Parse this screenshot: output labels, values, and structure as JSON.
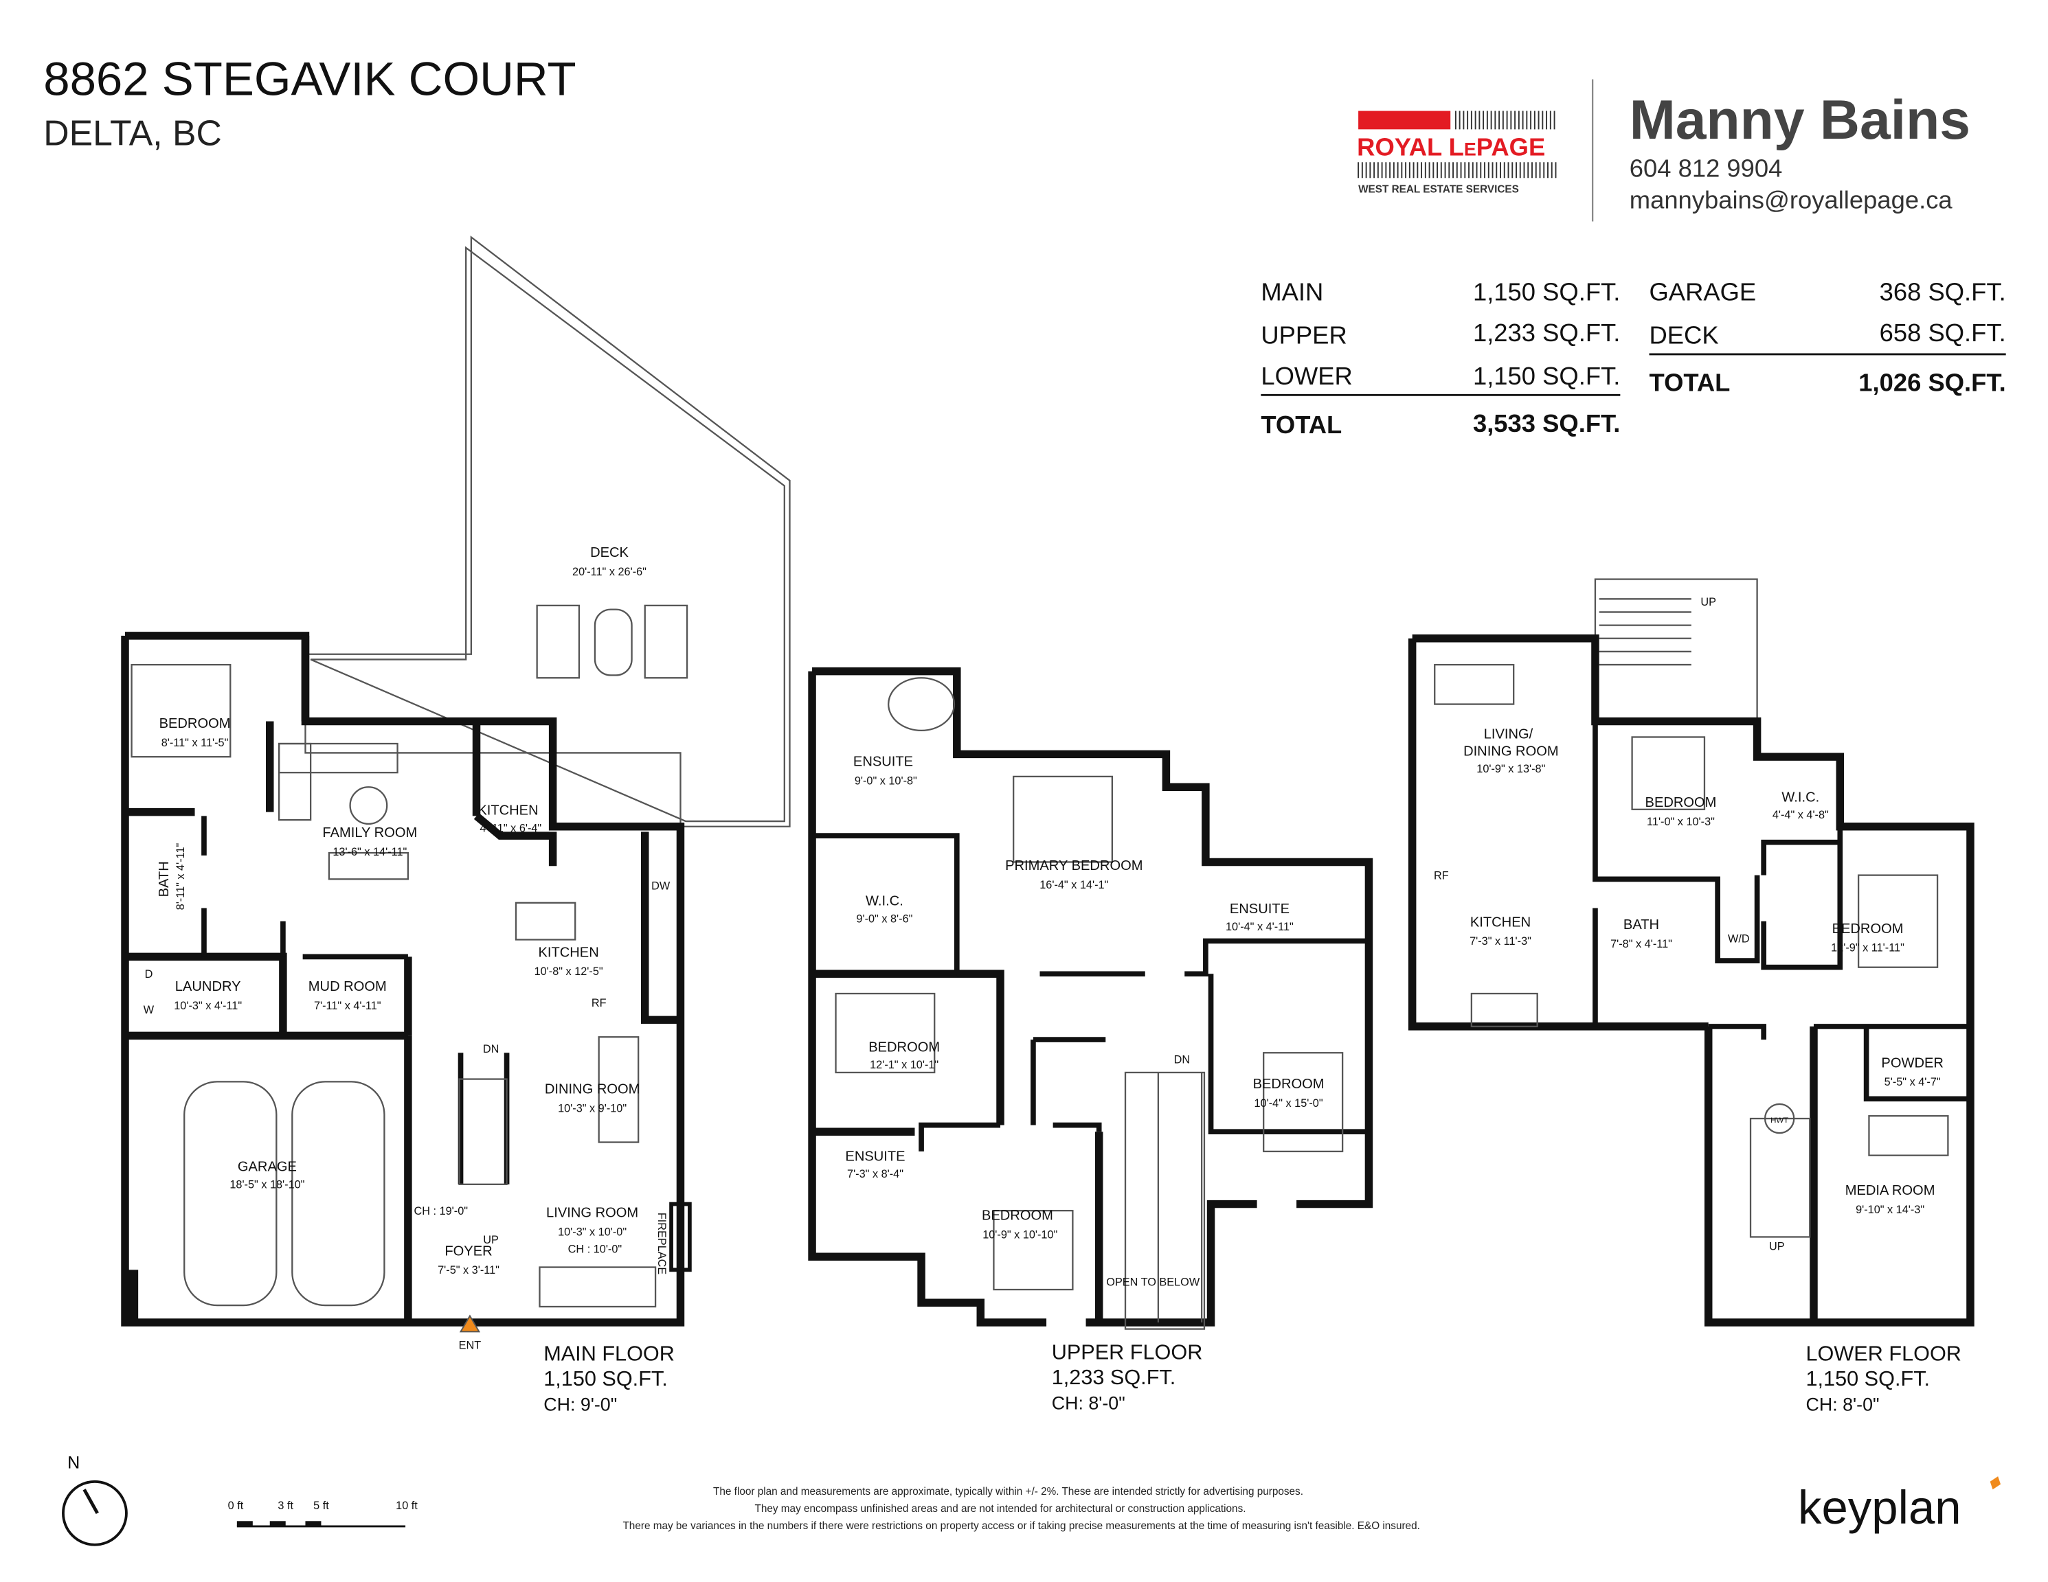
{
  "header": {
    "address": "8862 STEGAVIK COURT",
    "city": "DELTA, BC"
  },
  "brand": {
    "name_part1": "ROYAL L",
    "name_part2": "E",
    "name_part3": "PAGE",
    "tagline": "WEST REAL ESTATE SERVICES",
    "color": "#e31b23"
  },
  "agent": {
    "name": "Manny Bains",
    "phone": "604 812 9904",
    "email": "mannybains@royallepage.ca"
  },
  "areas": {
    "left": [
      {
        "label": "MAIN",
        "value": "1,150 SQ.FT."
      },
      {
        "label": "UPPER",
        "value": "1,233 SQ.FT."
      },
      {
        "label": "LOWER",
        "value": "1,150 SQ.FT."
      }
    ],
    "left_total": {
      "label": "TOTAL",
      "value": "3,533 SQ.FT."
    },
    "right": [
      {
        "label": "GARAGE",
        "value": "368 SQ.FT."
      },
      {
        "label": "DECK",
        "value": "658 SQ.FT."
      }
    ],
    "right_total": {
      "label": "TOTAL",
      "value": "1,026 SQ.FT."
    }
  },
  "floors": [
    {
      "name": "MAIN FLOOR",
      "area": "1,150 SQ.FT.",
      "ceiling": "CH: 9'-0\""
    },
    {
      "name": "UPPER FLOOR",
      "area": "1,233 SQ.FT.",
      "ceiling": "CH: 8'-0\""
    },
    {
      "name": "LOWER FLOOR",
      "area": "1,150 SQ.FT.",
      "ceiling": "CH: 8'-0\""
    }
  ],
  "main_rooms": [
    {
      "name": "DECK",
      "dim": "20'-11\" x 26'-6\""
    },
    {
      "name": "BEDROOM",
      "dim": "8'-11\" x 11'-5\""
    },
    {
      "name": "FAMILY ROOM",
      "dim": "13'-6\" x 14'-11\""
    },
    {
      "name": "KITCHEN",
      "dim": "4'-11\" x 6'-4\""
    },
    {
      "name": "BATH",
      "dim": "8'-11\" x 4'-11\""
    },
    {
      "name": "KITCHEN",
      "dim": "10'-8\" x 12'-5\""
    },
    {
      "name": "LAUNDRY",
      "dim": "10'-3\" x 4'-11\""
    },
    {
      "name": "MUD ROOM",
      "dim": "7'-11\" x 4'-11\""
    },
    {
      "name": "DINING ROOM",
      "dim": "10'-3\" x 9'-10\""
    },
    {
      "name": "GARAGE",
      "dim": "18'-5\" x 18'-10\""
    },
    {
      "name": "LIVING ROOM",
      "dim": "10'-3\" x 10'-0\""
    },
    {
      "name": "FOYER",
      "dim": "7'-5\" x 3'-11\""
    }
  ],
  "main_notes": {
    "ch_living": "CH : 10'-0\"",
    "ch_foyer": "CH : 19'-0\"",
    "fireplace": "FIREPLACE",
    "ent": "ENT",
    "dn": "DN",
    "up": "UP",
    "dw": "DW",
    "rf": "RF",
    "d": "D",
    "w": "W"
  },
  "upper_rooms": [
    {
      "name": "ENSUITE",
      "dim": "9'-0\" x 10'-8\""
    },
    {
      "name": "PRIMARY BEDROOM",
      "dim": "16'-4\" x 14'-1\""
    },
    {
      "name": "W.I.C.",
      "dim": "9'-0\" x 8'-6\""
    },
    {
      "name": "ENSUITE",
      "dim": "10'-4\" x 4'-11\""
    },
    {
      "name": "BEDROOM",
      "dim": "12'-1\" x 10'-1\""
    },
    {
      "name": "BEDROOM",
      "dim": "10'-4\" x 15'-0\""
    },
    {
      "name": "ENSUITE",
      "dim": "7'-3\" x 8'-4\""
    },
    {
      "name": "BEDROOM",
      "dim": "10'-9\" x 10'-10\""
    }
  ],
  "upper_notes": {
    "dn": "DN",
    "open": "OPEN TO BELOW"
  },
  "lower_rooms": [
    {
      "name": "LIVING/",
      "name2": "DINING ROOM",
      "dim": "10'-9\" x 13'-8\""
    },
    {
      "name": "BEDROOM",
      "dim": "11'-0\" x 10'-3\""
    },
    {
      "name": "W.I.C.",
      "dim": "4'-4\" x 4'-8\""
    },
    {
      "name": "KITCHEN",
      "dim": "7'-3\" x 11'-3\""
    },
    {
      "name": "BATH",
      "dim": "7'-8\" x 4'-11\""
    },
    {
      "name": "BEDROOM",
      "dim": "12'-9\" x 11'-11\""
    },
    {
      "name": "POWDER",
      "dim": "5'-5\" x 4'-7\""
    },
    {
      "name": "MEDIA ROOM",
      "dim": "9'-10\" x 14'-3\""
    }
  ],
  "lower_notes": {
    "up": "UP",
    "up2": "UP",
    "rf": "RF",
    "wd": "W/D",
    "hwt": "HWT"
  },
  "compass": {
    "label": "N"
  },
  "scale": {
    "t0": "0 ft",
    "t3": "3 ft",
    "t5": "5 ft",
    "t10": "10 ft"
  },
  "disclaimer": [
    "The floor plan and measurements are approximate, typically within +/- 2%. These are intended strictly for advertising purposes.",
    "They may encompass unfinished areas and are not intended for architectural or construction applications.",
    "There may be variances in the numbers if there were restrictions on property access or if taking precise measurements at the time of measuring isn't feasible. E&O insured."
  ],
  "keyplan": {
    "logo": "keyplan",
    "accent": "#f08a1c"
  }
}
